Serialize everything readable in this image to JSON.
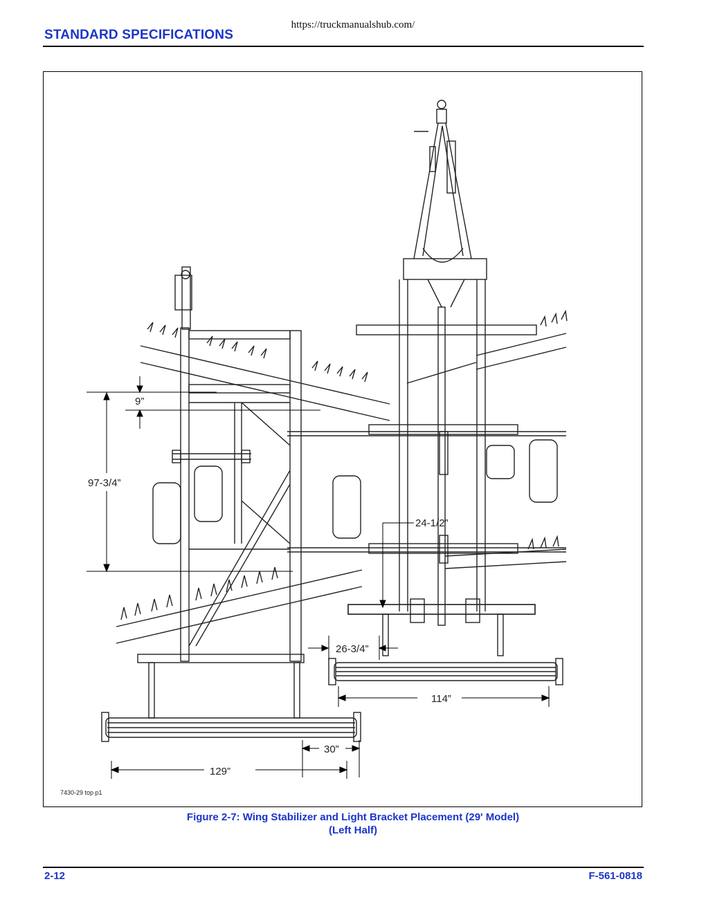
{
  "header": {
    "url": "https://truckmanualshub.com/",
    "section_title": "STANDARD SPECIFICATIONS"
  },
  "figure": {
    "drawing_code": "7430-29 top p1",
    "dimensions": {
      "d9": "9”",
      "d97": "97-3/4”",
      "d24": "24-1/2”",
      "d26": "26-3/4”",
      "d114": "114”",
      "d30": "30”",
      "d129": "129”"
    },
    "caption_line1": "Figure 2-7:  Wing Stabilizer and Light Bracket Placement (29' Model)",
    "caption_line2": "(Left Half)"
  },
  "footer": {
    "page_number": "2-12",
    "document_number": "F-561-0818"
  }
}
